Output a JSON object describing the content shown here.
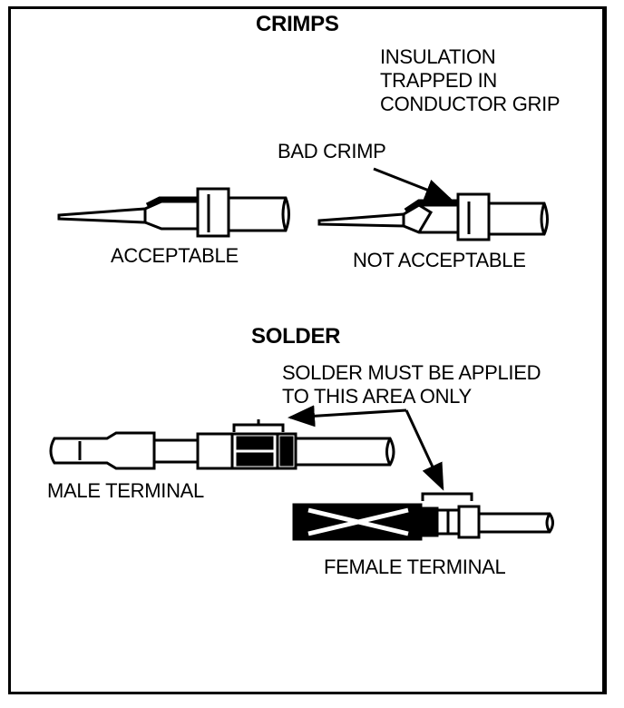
{
  "crimps": {
    "heading": "CRIMPS",
    "insulation_note": [
      "INSULATION",
      "TRAPPED IN",
      "CONDUCTOR GRIP"
    ],
    "bad_crimp_label": "BAD CRIMP",
    "acceptable_label": "ACCEPTABLE",
    "not_acceptable_label": "NOT ACCEPTABLE"
  },
  "solder": {
    "heading": "SOLDER",
    "instruction": [
      "SOLDER MUST BE APPLIED",
      "TO THIS AREA ONLY"
    ],
    "male_label": "MALE TERMINAL",
    "female_label": "FEMALE TERMINAL"
  }
}
